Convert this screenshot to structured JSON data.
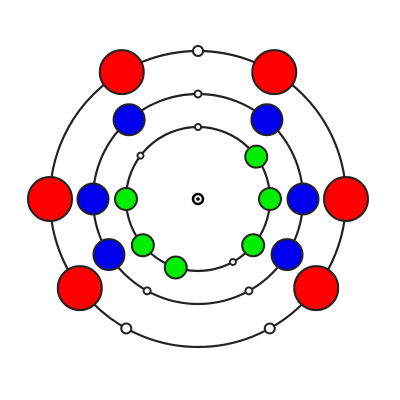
{
  "colors": {
    "outer_ball": "#ff0000",
    "middle_ball": "#0000ee",
    "inner_ball": "#00ee00",
    "ring_stroke": "#222222",
    "background": "#ffffff"
  },
  "rings": [
    {
      "id": "ring-outer",
      "ball_color_key": "outer_ball",
      "ball_angles_deg": [
        -59,
        -121,
        180,
        0,
        143,
        37
      ],
      "small_marker_angles_deg": [
        -90,
        119,
        61
      ]
    },
    {
      "id": "ring-middle",
      "ball_color_key": "middle_ball",
      "ball_angles_deg": [
        -131,
        -49,
        180,
        0,
        148,
        32
      ],
      "small_marker_angles_deg": [
        -90,
        119,
        61
      ]
    },
    {
      "id": "ring-inner",
      "ball_color_key": "inner_ball",
      "ball_angles_deg": [
        -36,
        180,
        0,
        140,
        40,
        108
      ],
      "small_marker_angles_deg": [
        -90,
        -143,
        61
      ]
    }
  ],
  "center_marker": true
}
